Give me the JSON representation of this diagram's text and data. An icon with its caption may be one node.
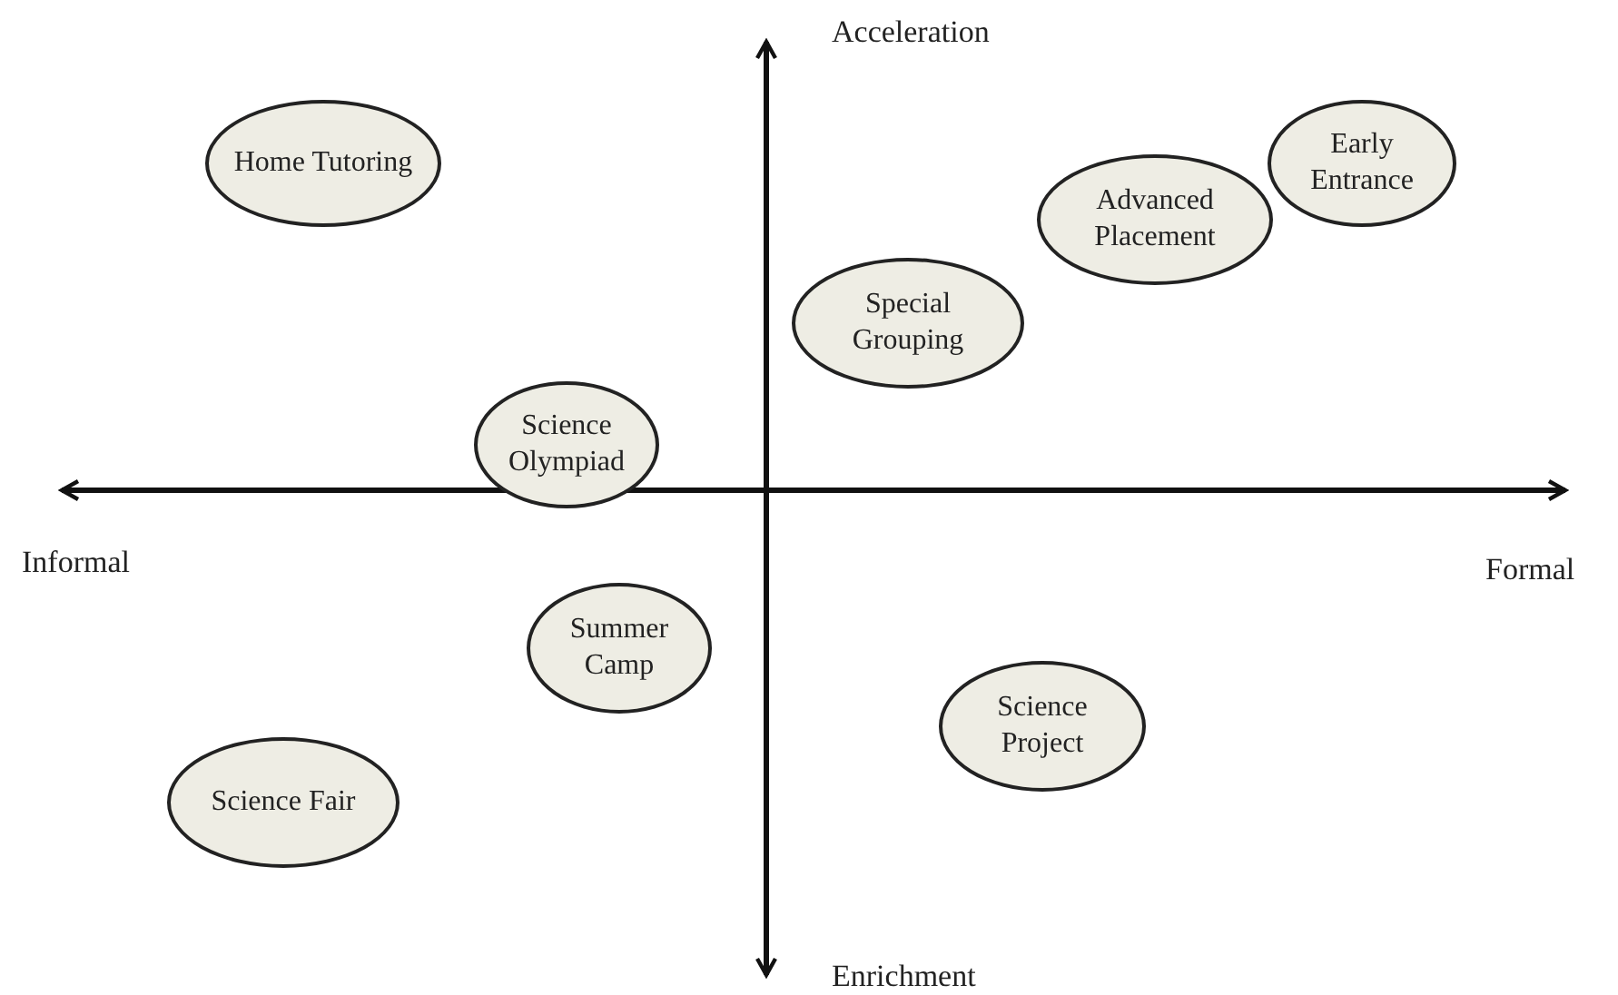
{
  "diagram": {
    "nodes": [
      {
        "text": [
          "Home Tutoring"
        ]
      },
      {
        "text": [
          "Early Entrance"
        ]
      },
      {
        "text": [
          "Advanced Placement"
        ]
      },
      {
        "text": [
          "Special Grouping"
        ]
      },
      {
        "text": [
          "Science Olympiad"
        ]
      },
      {
        "text": [
          "Summer Camp"
        ]
      },
      {
        "text": [
          "Science Project"
        ]
      },
      {
        "text": [
          "Science Fair"
        ]
      }
    ],
    "labels": [
      "Acceleration",
      "Informal",
      "Formal",
      "Enrichment"
    ]
  }
}
